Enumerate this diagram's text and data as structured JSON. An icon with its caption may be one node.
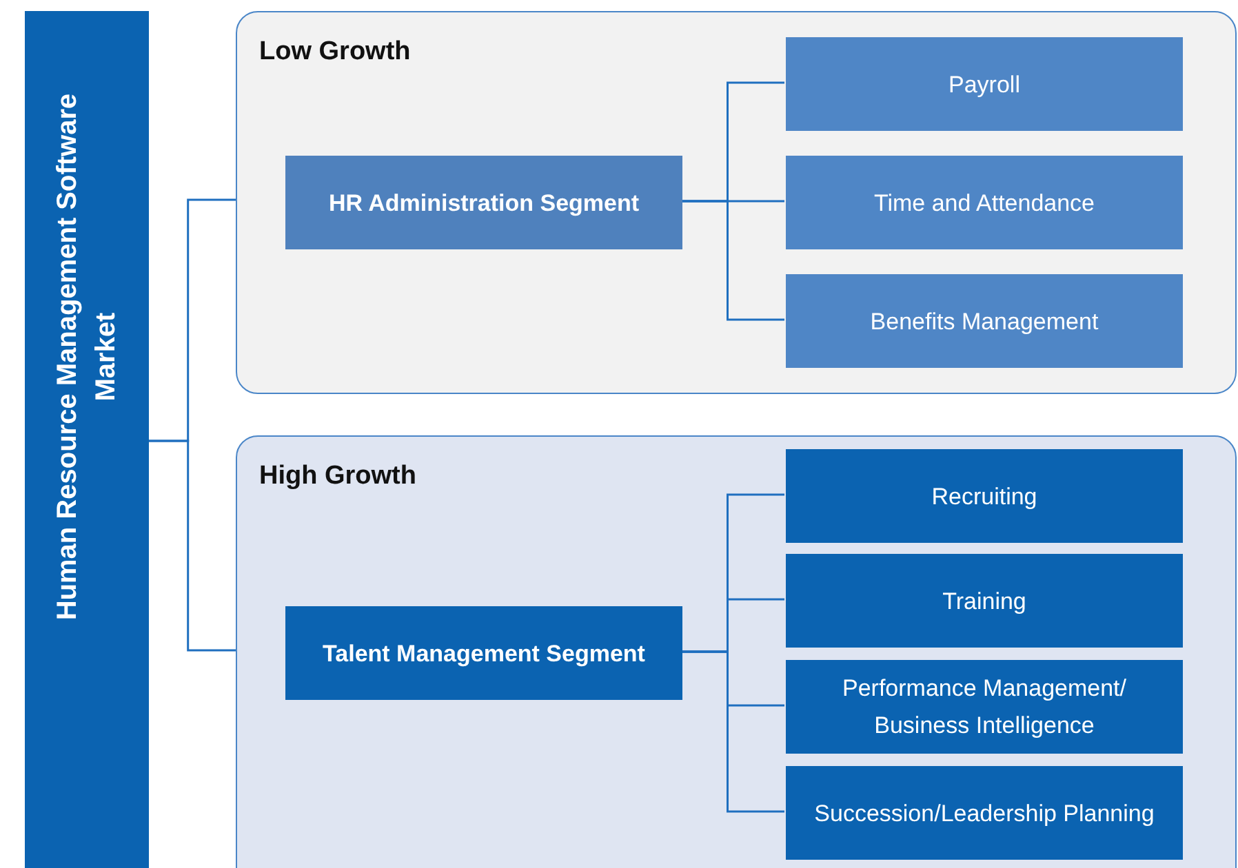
{
  "diagram": {
    "nodes": [
      {
        "text": [
          "Human Resource Management Software Market"
        ]
      },
      {
        "text": [
          "Low Growth"
        ]
      },
      {
        "text": [
          "HR Administration Segment"
        ],
        "in": 1
      },
      {
        "text": [
          "Payroll"
        ],
        "in": 1
      },
      {
        "text": [
          "Time and Attendance"
        ],
        "in": 1
      },
      {
        "text": [
          "Benefits Management"
        ],
        "in": 1
      },
      {
        "text": [
          "High Growth"
        ]
      },
      {
        "text": [
          "Talent Management Segment"
        ],
        "in": 6
      },
      {
        "text": [
          "Recruiting"
        ],
        "in": 6
      },
      {
        "text": [
          "Training"
        ],
        "in": 6
      },
      {
        "text": [
          "Performance Management/ Business Intelligence"
        ],
        "in": 6
      },
      {
        "text": [
          "Succession/Leadership Planning"
        ],
        "in": 6
      }
    ],
    "edges": [
      {
        "from": 0,
        "to": 1,
        "arrow": "none"
      },
      {
        "from": 0,
        "to": 6,
        "arrow": "none"
      },
      {
        "from": 2,
        "to": 3,
        "arrow": "none"
      },
      {
        "from": 2,
        "to": 4,
        "arrow": "none"
      },
      {
        "from": 2,
        "to": 5,
        "arrow": "none"
      },
      {
        "from": 7,
        "to": 8,
        "arrow": "none"
      },
      {
        "from": 7,
        "to": 9,
        "arrow": "none"
      },
      {
        "from": 7,
        "to": 10,
        "arrow": "none"
      },
      {
        "from": 7,
        "to": 11,
        "arrow": "none"
      }
    ]
  }
}
